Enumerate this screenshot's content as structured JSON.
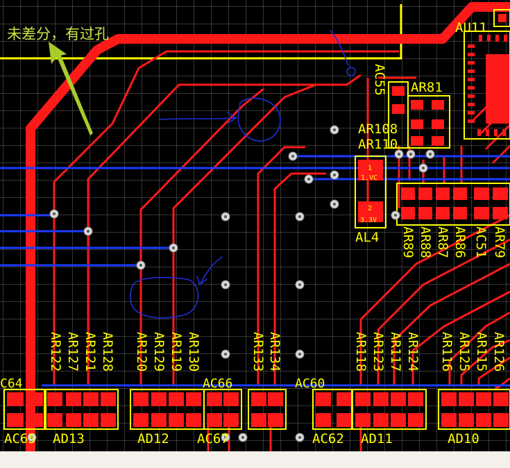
{
  "annotation": {
    "text": "未差分，有过孔",
    "color": "#c8e64a"
  },
  "colors": {
    "background": "#000000",
    "grid": "#6a6a6a",
    "top_layer": "#ff1a1a",
    "bottom_layer": "#1a3cff",
    "silkscreen": "#ffff00",
    "pad": "#ff2020",
    "via": "#d8d8d8",
    "pen": "#1f2fd8"
  },
  "components": {
    "au11": "AU11",
    "ac55": "AC55",
    "ar81": "AR81",
    "ar108": "AR108",
    "ar110": "AR110",
    "al4": "AL4",
    "al4_pin1": "1",
    "al4_pin1_net": "1.VC",
    "al4_pin2": "2",
    "al4_pin2_net": "3.3V",
    "right_column": [
      "AR89",
      "AR88",
      "AR87",
      "AR86",
      "AC51",
      "AR79"
    ],
    "bottom_upper": [
      "AR122",
      "AR127",
      "AR121",
      "AR128",
      "AR120",
      "AR129",
      "AR119",
      "AR130",
      "AR133",
      "AR134",
      "AR118",
      "AR123",
      "AR117",
      "AR124",
      "AR116",
      "AR125",
      "AR115",
      "AR126"
    ],
    "bottom_side": [
      "C64",
      "AC66",
      "AC60"
    ],
    "bottom_lower": [
      "AC65",
      "AD13",
      "AD12",
      "AC67",
      "AC62",
      "AD11",
      "AD10"
    ]
  }
}
